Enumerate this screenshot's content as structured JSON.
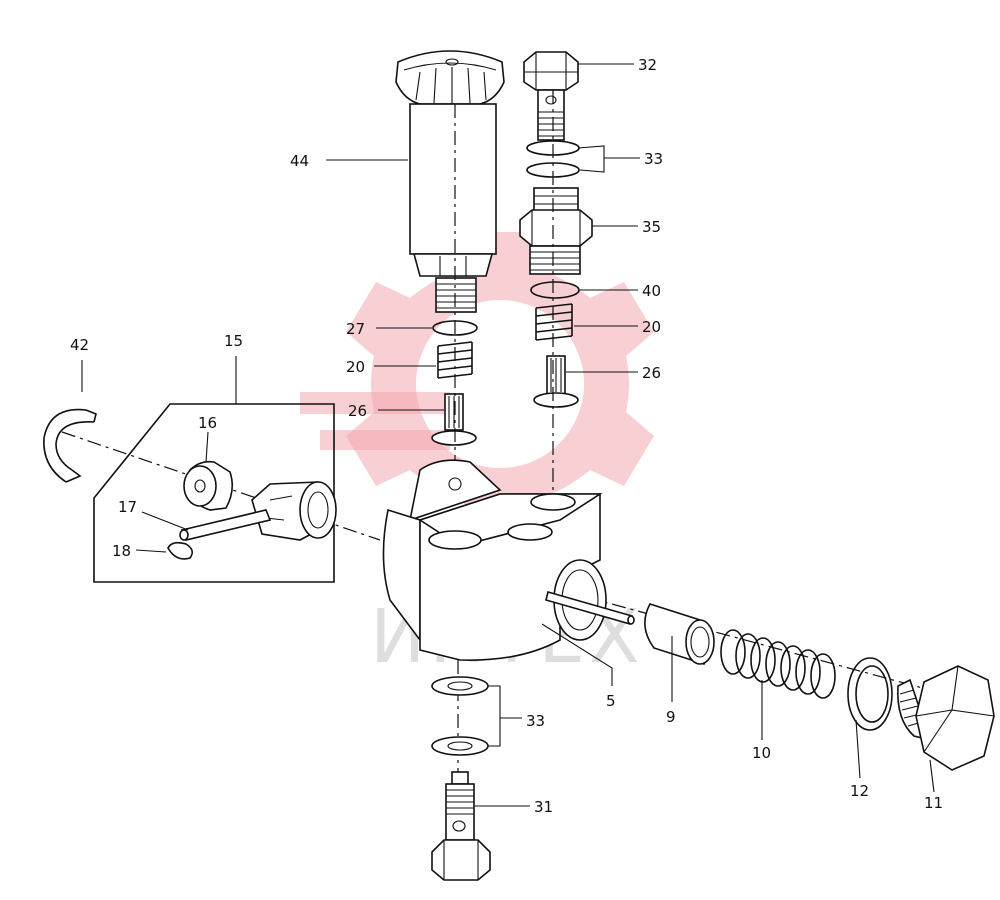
{
  "watermark": {
    "text": "ИНТЕХ",
    "gear_color": "#f2a8ae"
  },
  "labels": {
    "p44": "44",
    "p32": "32",
    "p33a": "33",
    "p35": "35",
    "p40": "40",
    "p20a": "20",
    "p27": "27",
    "p20b": "20",
    "p26a": "26",
    "p26b": "26",
    "p42": "42",
    "p15": "15",
    "p16": "16",
    "p17": "17",
    "p18": "18",
    "p5": "5",
    "p9": "9",
    "p10": "10",
    "p12": "12",
    "p11": "11",
    "p33b": "33",
    "p31": "31"
  }
}
